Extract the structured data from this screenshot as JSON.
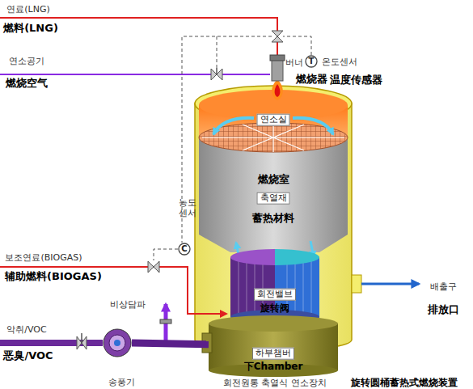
{
  "diagram": {
    "nodes": [
      {
        "text": [
          "버너",
          "燃烧器"
        ]
      },
      {
        "text": [
          "T",
          "온도센서",
          "温度传感器"
        ]
      },
      {
        "text": [
          "연소실"
        ]
      },
      {
        "text": [
          "燃烧室",
          "축열재",
          "蓄热材料"
        ]
      },
      {
        "text": [
          "농도 센서",
          "C"
        ]
      },
      {
        "text": [
          "회전밸브",
          "旋转阀"
        ]
      },
      {
        "text": [
          "하부챔버",
          "下Chamber"
        ]
      },
      {
        "text": [
          "송풍기"
        ]
      }
    ],
    "edges": [
      {
        "from": 7,
        "to": 6,
        "arrow": "none"
      }
    ],
    "labels": [
      "연료(LNG)",
      "燃料(LNG)",
      "연소공기",
      "燃烧空气",
      "보조연료(BIOGAS)",
      "辅助燃料(BIOGAS)",
      "비상담파",
      "악취/VOC",
      "恶臭/VOC",
      "배출구",
      "排放口",
      "회전원통 축열식 연소장치",
      "旋转圆桶蓄热式燃烧装置"
    ]
  }
}
